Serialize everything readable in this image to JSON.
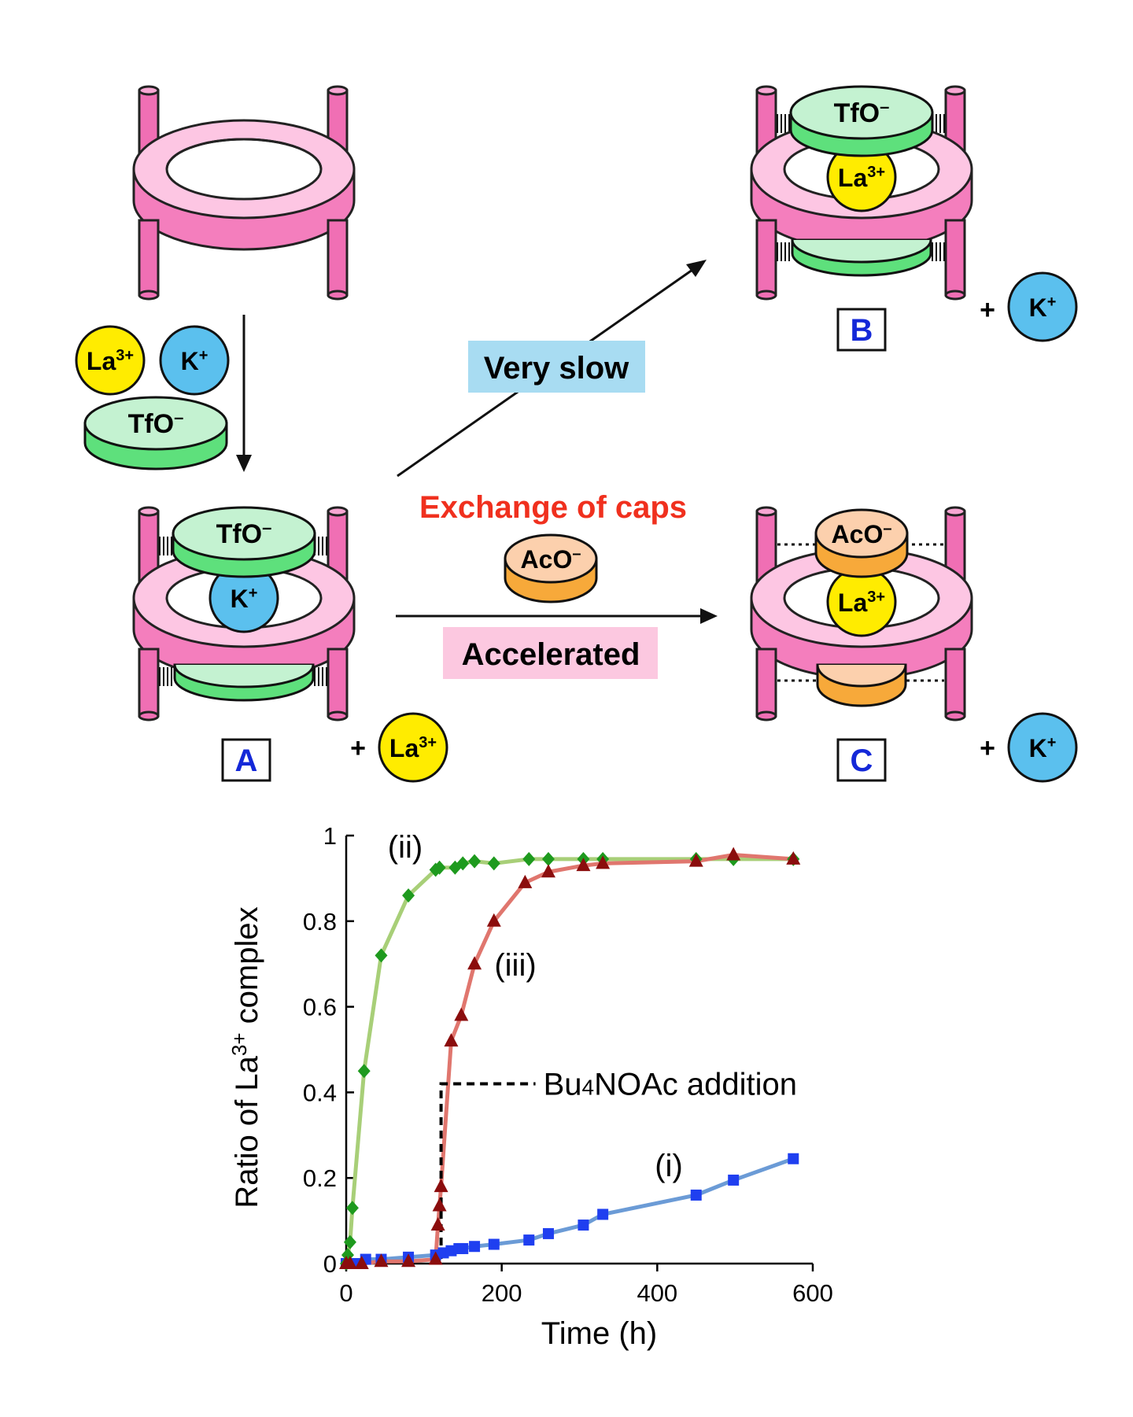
{
  "scheme": {
    "ions": {
      "la": "La",
      "la_sup": "3+",
      "k": "K",
      "k_sup": "+",
      "tfo": "TfO",
      "aco": "AcO",
      "minus": "–"
    },
    "labels": {
      "a": "A",
      "b": "B",
      "c": "C"
    },
    "plus": "+",
    "very_slow": "Very slow",
    "exchange_of_caps": "Exchange of caps",
    "accelerated": "Accelerated",
    "colors": {
      "ring": "#f47ebd",
      "ring_light": "#fdc6e3",
      "post": "#f06fb4",
      "la": "#ffec00",
      "k": "#5bc0ee",
      "tfo_top": "#c4f2d1",
      "tfo_side": "#5ee07c",
      "aco_top": "#fcd0ad",
      "aco_side": "#f7a93a",
      "very_slow_bg": "#a8dcf2",
      "accelerated_bg": "#fcc8e0",
      "exchange_text": "#f0301e",
      "label_text": "#1428d8"
    }
  },
  "chart_data": {
    "type": "line",
    "ylabel_main": "Ratio of La",
    "ylabel_sup": "3+",
    "ylabel_tail": " complex",
    "xlabel": "Time (h)",
    "xlim": [
      0,
      600
    ],
    "ylim": [
      0,
      1
    ],
    "xticks": [
      "0",
      "200",
      "400",
      "600"
    ],
    "yticks": [
      "0",
      "0.2",
      "0.4",
      "0.6",
      "0.8",
      "1"
    ],
    "series": [
      {
        "name": "(i)",
        "marker": "square",
        "color": "#1f3ff0",
        "line_color": "#6b9bd6",
        "x": [
          0,
          5,
          15,
          25,
          45,
          80,
          115,
          125,
          135,
          145,
          150,
          165,
          190,
          235,
          260,
          305,
          330,
          450,
          498,
          575
        ],
        "y": [
          0.0,
          0.0,
          0.0,
          0.01,
          0.01,
          0.015,
          0.02,
          0.025,
          0.03,
          0.035,
          0.035,
          0.04,
          0.045,
          0.055,
          0.07,
          0.09,
          0.115,
          0.16,
          0.195,
          0.245
        ]
      },
      {
        "name": "(ii)",
        "marker": "diamond",
        "color": "#1e9a1e",
        "line_color": "#a8cf78",
        "x": [
          0,
          2,
          5,
          8,
          23,
          45,
          80,
          115,
          120,
          140,
          150,
          165,
          190,
          235,
          260,
          305,
          330,
          450,
          498,
          575
        ],
        "y": [
          0.0,
          0.02,
          0.05,
          0.13,
          0.45,
          0.72,
          0.86,
          0.92,
          0.925,
          0.925,
          0.935,
          0.94,
          0.935,
          0.945,
          0.945,
          0.945,
          0.945,
          0.945,
          0.945,
          0.945
        ]
      },
      {
        "name": "(iii)",
        "marker": "triangle",
        "color": "#8b0d0d",
        "line_color": "#e0766e",
        "x": [
          0,
          5,
          20,
          45,
          80,
          115,
          118,
          120,
          122,
          135,
          148,
          165,
          190,
          230,
          260,
          305,
          330,
          450,
          498,
          575
        ],
        "y": [
          0.0,
          0.0,
          0.0,
          0.005,
          0.005,
          0.01,
          0.09,
          0.135,
          0.18,
          0.52,
          0.58,
          0.7,
          0.8,
          0.89,
          0.915,
          0.93,
          0.935,
          0.94,
          0.955,
          0.945
        ]
      }
    ],
    "annotation": {
      "text_pre": "Bu",
      "text_sub": "4",
      "text_post": "NOAc addition",
      "x": 122,
      "y": 0.42
    }
  }
}
